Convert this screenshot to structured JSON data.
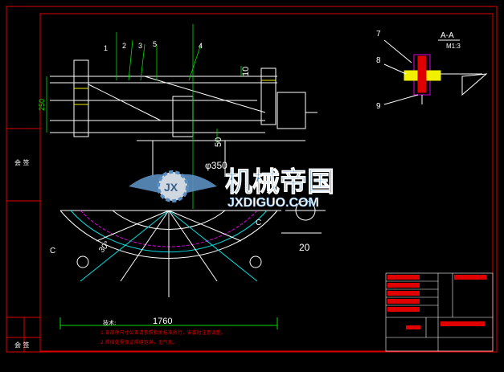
{
  "drawing": {
    "section_label": "A-A",
    "section_scale": "M1:3",
    "part_numbers": [
      "1",
      "2",
      "3",
      "4",
      "5",
      "7",
      "8",
      "9"
    ],
    "dimensions": {
      "height_side": "250",
      "dim_10": "10",
      "dim_50": "50",
      "diameter": "φ350",
      "dim_20": "20",
      "angle": "30°",
      "width": "1760",
      "chamfer_c_left": "C",
      "chamfer_c_right": "C"
    },
    "notes_title": "技术:",
    "notes": [
      "1.各部件尺寸公差请参照相关标准执行，安装时注意调整。",
      "2.焊接处需保证焊缝饱满，无气孔。"
    ],
    "left_stamp_1": "会 签",
    "left_stamp_2": "会 签"
  },
  "watermark": {
    "brand_cn": "机械帝国",
    "brand_en": "JXDIGUO.COM",
    "logo_text": "JX"
  },
  "colors": {
    "background": "#000000",
    "frame_red": "#e00000",
    "line_white": "#ffffff",
    "line_yellow": "#f0f000",
    "line_green": "#00e000",
    "line_cyan": "#00e0e0",
    "line_magenta": "#e000e0",
    "watermark_blue": "#5a8fbf"
  }
}
